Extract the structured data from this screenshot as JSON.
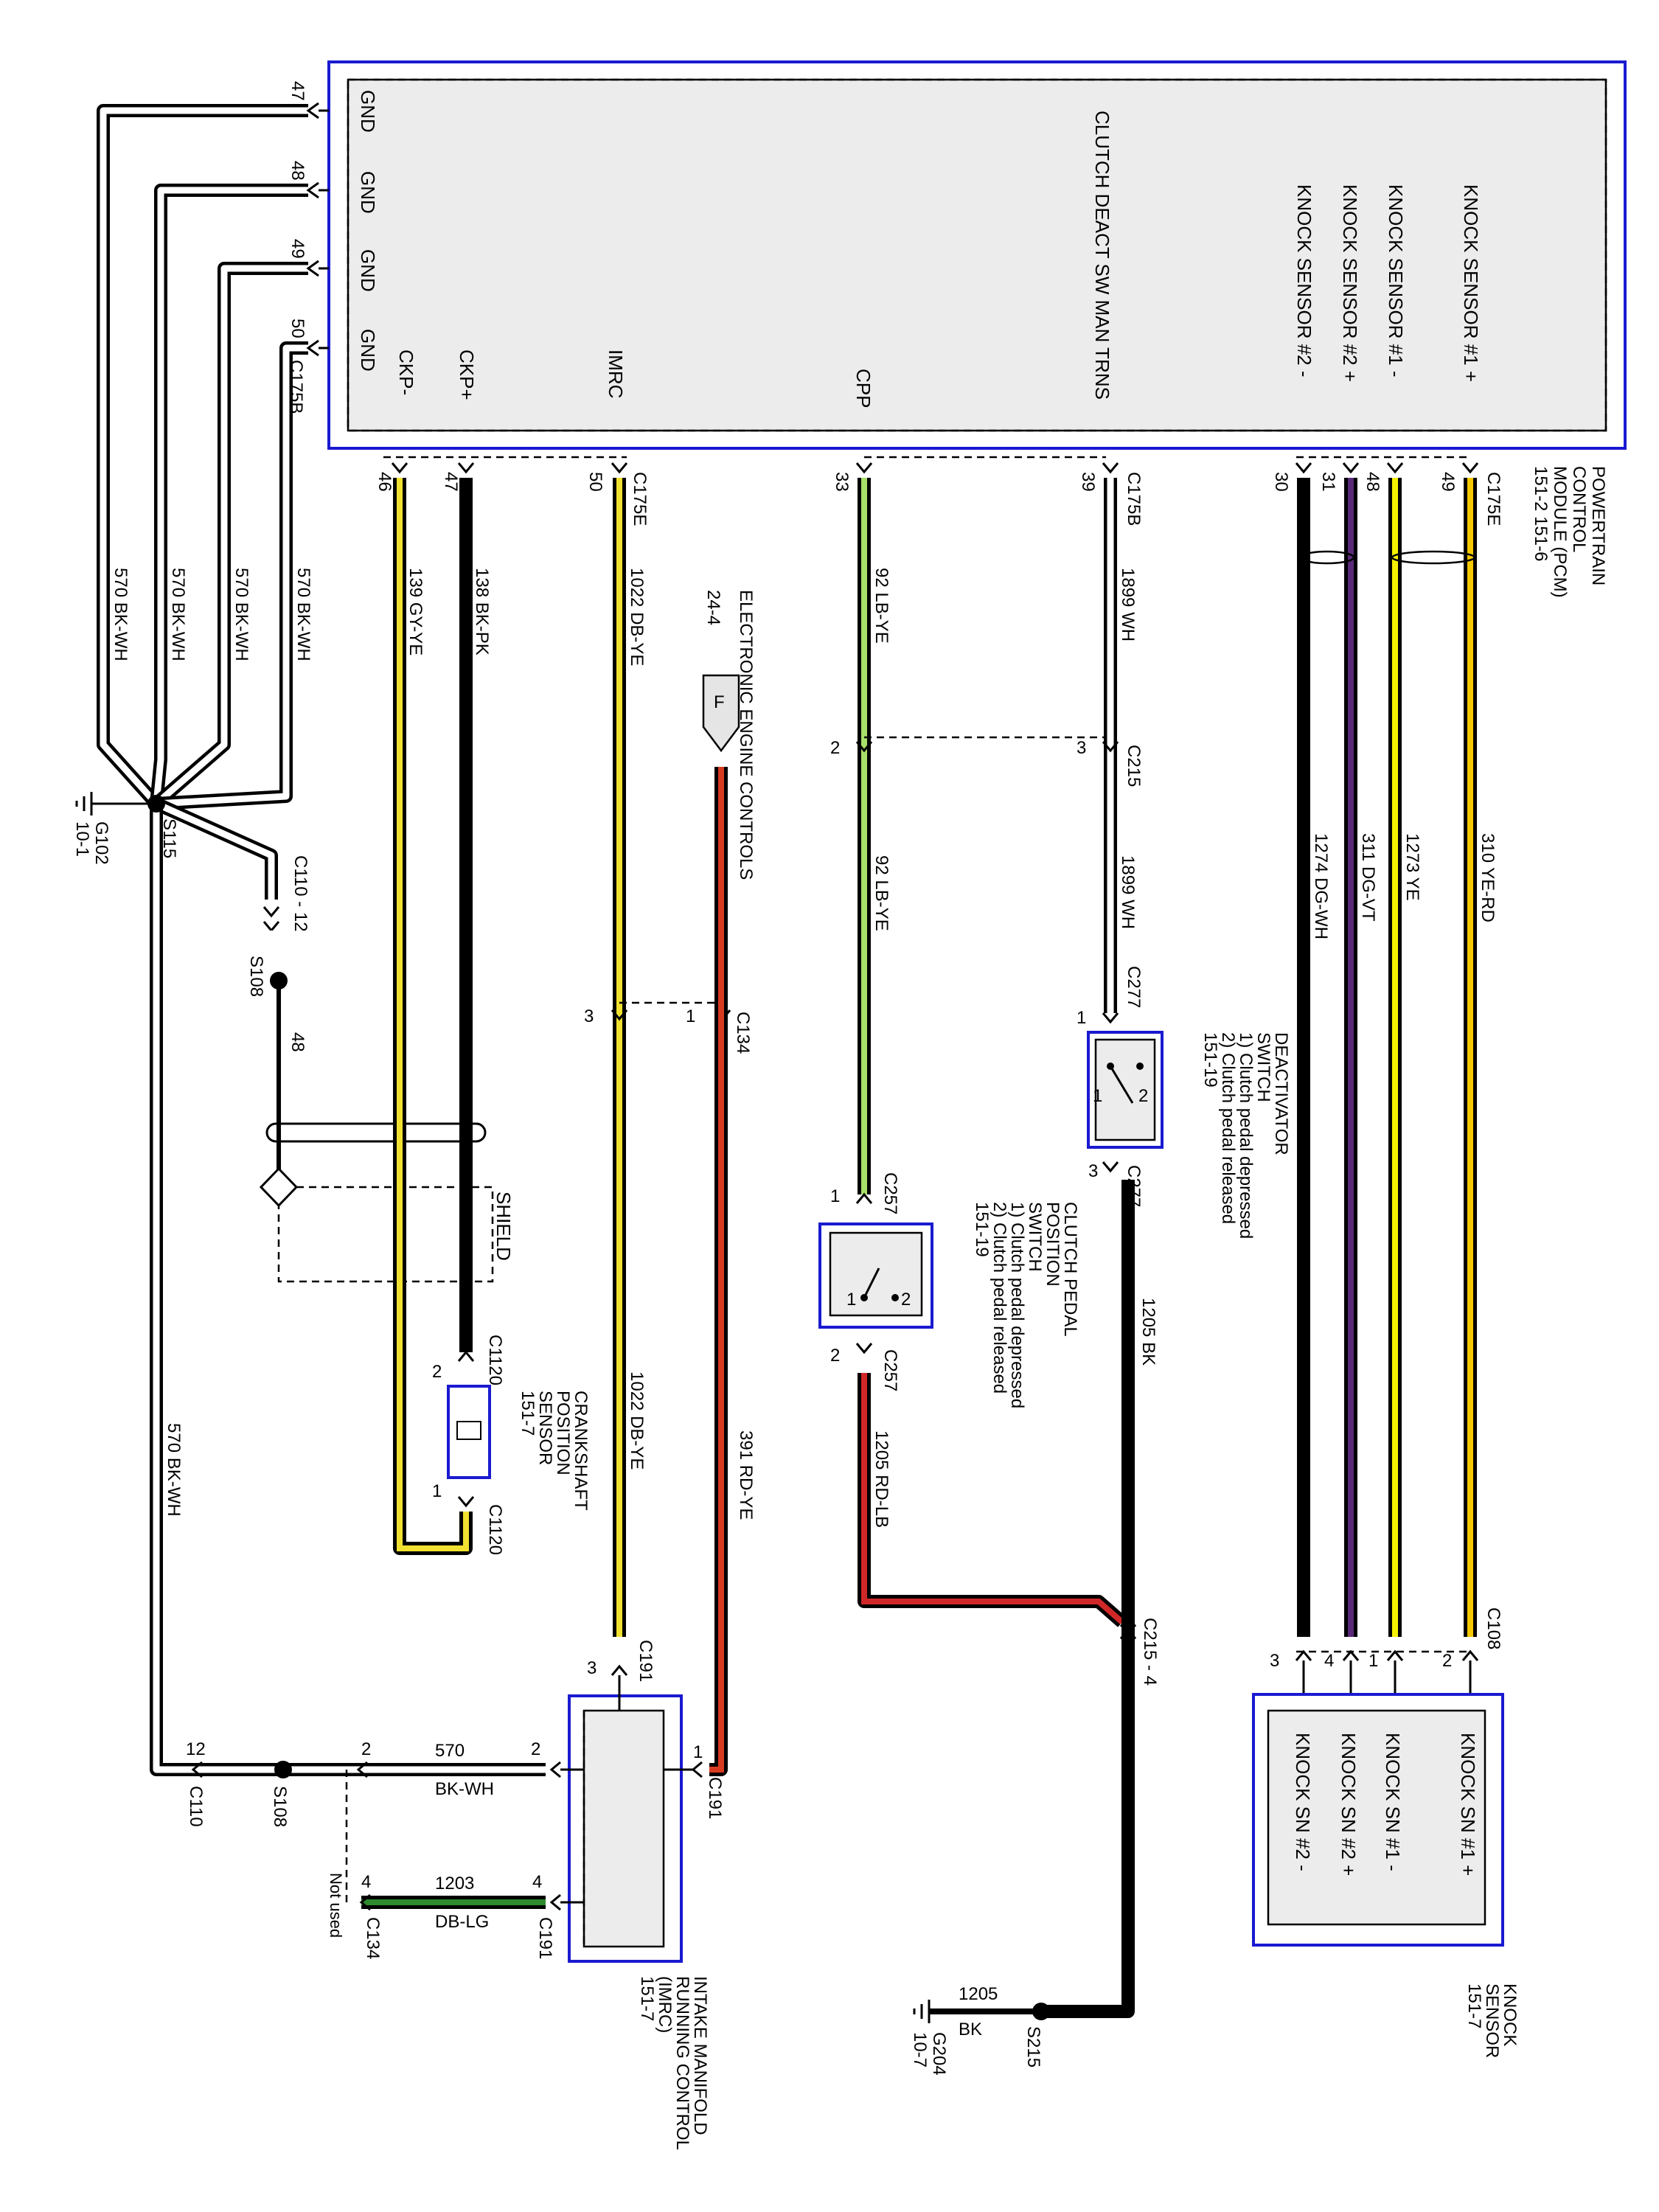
{
  "pcm": {
    "module_label_1": "POWERTRAIN",
    "module_label_2": "CONTROL",
    "module_label_3": "MODULE (PCM)",
    "module_label_4": "151-2    151-6",
    "pins": [
      {
        "label": "GND",
        "pin": "47"
      },
      {
        "label": "GND",
        "pin": "48"
      },
      {
        "label": "GND",
        "pin": "49"
      },
      {
        "label": "GND",
        "pin": "50"
      },
      {
        "label": "CKP-",
        "pin": "46"
      },
      {
        "label": "CKP+",
        "pin": "47"
      },
      {
        "label": "IMRC",
        "pin": "50"
      },
      {
        "label": "CPP",
        "pin": "33"
      },
      {
        "label": "CLUTCH DEACT SW MAN TRNS",
        "pin": "39"
      },
      {
        "label": "KNOCK SENSOR #2 -",
        "pin": "30"
      },
      {
        "label": "KNOCK SENSOR #2 +",
        "pin": "31"
      },
      {
        "label": "KNOCK SENSOR #1 -",
        "pin": "48"
      },
      {
        "label": "KNOCK SENSOR #1 +",
        "pin": "49"
      }
    ],
    "connector_gnd": "C175B",
    "connector_ckp": "C175E",
    "connector_clutch": "C175B",
    "connector_knock": "C175E"
  },
  "wires": {
    "gnd": {
      "circuit": "570",
      "color": "BK-WH"
    },
    "ckp_minus": {
      "circuit": "139",
      "color": "GY-YE"
    },
    "ckp_plus": {
      "circuit": "138",
      "color": "BK-PK"
    },
    "imrc": {
      "circuit": "1022",
      "color": "DB-YE"
    },
    "cpp_upper": {
      "circuit": "92",
      "color": "LB-YE"
    },
    "cpp_lower": {
      "circuit": "92",
      "color": "LB-YE"
    },
    "deact_upper": {
      "circuit": "1899",
      "color": "WH"
    },
    "deact_lower": {
      "circuit": "1899",
      "color": "WH"
    },
    "ks2m": {
      "circuit": "1274",
      "color": "DG-WH"
    },
    "ks2p": {
      "circuit": "311",
      "color": "DG-VT"
    },
    "ks1m": {
      "circuit": "1273",
      "color": "YE"
    },
    "ks1p": {
      "circuit": "310",
      "color": "YE-RD"
    },
    "ece": {
      "circuit": "391",
      "color": "RD-YE"
    },
    "cpp_out": {
      "circuit": "1205",
      "color": "RD-LB"
    },
    "deact_out": {
      "circuit": "1205",
      "color": "BK"
    },
    "g204": {
      "circuit": "1205",
      "color": "BK"
    },
    "imrc_gnd": {
      "circuit": "570",
      "color": "BK-WH"
    },
    "imrc_4": {
      "circuit": "1203",
      "color": "DB-LG"
    },
    "s108_wire": {
      "circuit": "48"
    }
  },
  "labels": {
    "ece_title": "ELECTRONIC ENGINE CONTROLS",
    "ece_ref": "24-4",
    "ece_letter": "F",
    "g102": "G102",
    "g102_ref": "10-1",
    "s115": "S115",
    "c110_12": "C110 - 12",
    "s108": "S108",
    "shield": "SHIELD",
    "c134": "C134",
    "c215": "C215",
    "c215_4": "C215 - 4",
    "c277": "C277",
    "c257": "C257",
    "c108": "C108",
    "c1120": "C1120",
    "c191": "C191",
    "c110": "C110",
    "not_used": "Not used",
    "g204": "G204",
    "g204_ref": "10-7",
    "s215": "S215",
    "deact_1": "DEACTIVATOR",
    "deact_2": "SWITCH",
    "deact_3": "1) Clutch pedal depressed",
    "deact_4": "2) Clutch pedal released",
    "deact_5": "151-19",
    "cpp_1": "CLUTCH PEDAL",
    "cpp_2": "POSITION",
    "cpp_3": "SWITCH",
    "cpp_4": "1) Clutch pedal depressed",
    "cpp_5": "2) Clutch pedal released",
    "cpp_6": "151-19",
    "ckp_1": "CRANKSHAFT",
    "ckp_2": "POSITION",
    "ckp_3": "SENSOR",
    "ckp_4": "151-7",
    "imrc_1": "INTAKE MANIFOLD",
    "imrc_2": "RUNNING CONTROL",
    "imrc_3": "(IMRC)",
    "imrc_4": "151-7",
    "ks_1": "KNOCK",
    "ks_2": "SENSOR",
    "ks_3": "151-7",
    "ks_pin_1p": "KNOCK SN #1 +",
    "ks_pin_1m": "KNOCK SN #1 -",
    "ks_pin_2p": "KNOCK SN #2 +",
    "ks_pin_2m": "KNOCK SN #2 -"
  },
  "colors": {
    "frame": "#1a1ad0",
    "gy_ye": "#f0e030",
    "db_ye": "#f0e030",
    "lb_ye": "#a8e06a",
    "wh": "#ffffff",
    "dg_vt": "#5a2a7a",
    "ye": "#f5f000",
    "ye_rd": "#f5c800",
    "rd_ye": "#d83a20",
    "rd_lb": "#d02828",
    "db_lg": "#2e8a2e"
  }
}
